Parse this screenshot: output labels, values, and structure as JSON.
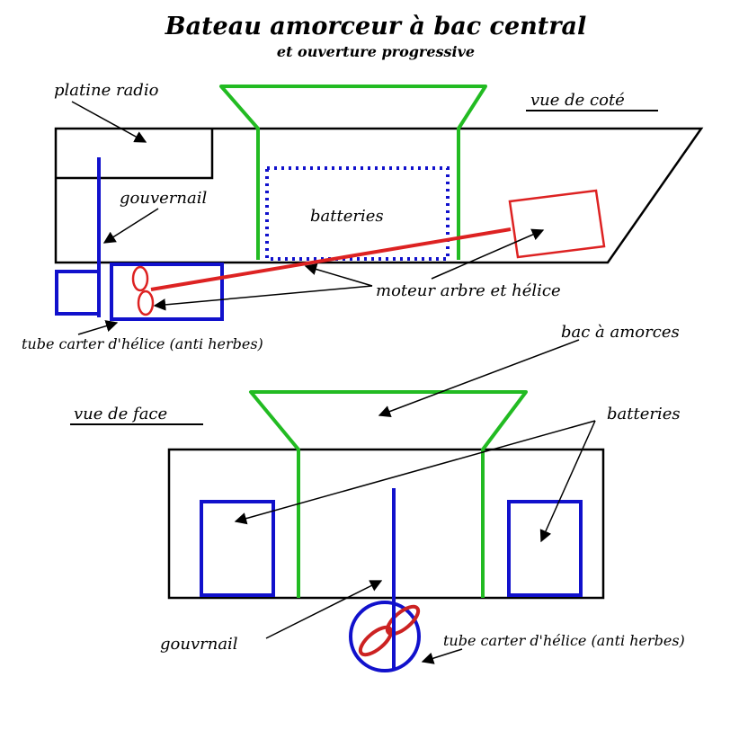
{
  "title": "Bateau amorceur à bac central",
  "subtitle": "et ouverture progressive",
  "side_view": {
    "view_label": "vue de coté",
    "labels": {
      "radio_plate": "platine radio",
      "rudder": "gouvernail",
      "batteries": "batteries",
      "motor": "moteur arbre et hélice",
      "prop_tube": "tube carter d'hélice (anti herbes)"
    }
  },
  "front_view": {
    "view_label": "vue de face",
    "labels": {
      "bait_tank": "bac à amorces",
      "batteries": "batteries",
      "rudder": "gouvrnail",
      "prop_tube": "tube carter d'hélice (anti herbes)"
    }
  },
  "colors": {
    "hull": "#000000",
    "bait_tank": "#22bb22",
    "battery": "#1111cc",
    "motor": "#dd2222",
    "rudder": "#1111cc"
  }
}
